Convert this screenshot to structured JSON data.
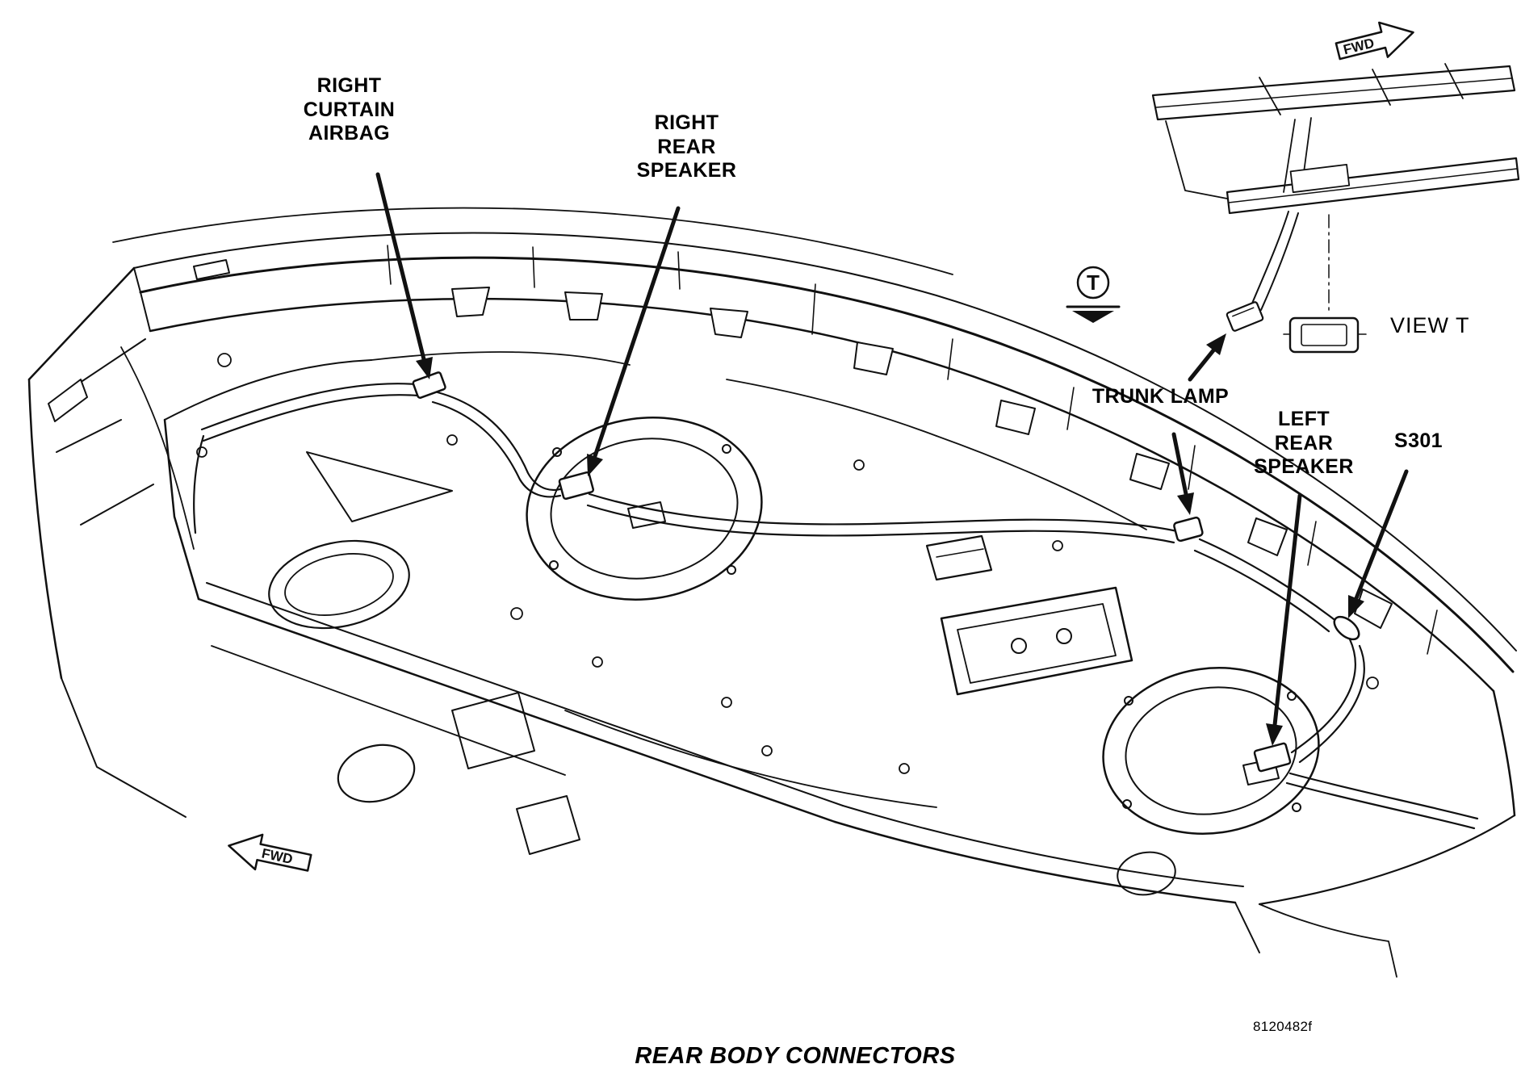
{
  "callouts": {
    "right_curtain_airbag": {
      "lines": [
        "RIGHT",
        "CURTAIN",
        "AIRBAG"
      ]
    },
    "right_rear_speaker": {
      "lines": [
        "RIGHT",
        "REAR",
        "SPEAKER"
      ]
    },
    "trunk_lamp": {
      "lines": [
        "TRUNK LAMP"
      ]
    },
    "left_rear_speaker": {
      "lines": [
        "LEFT",
        "REAR",
        "SPEAKER"
      ]
    },
    "s301": {
      "lines": [
        "S301"
      ]
    }
  },
  "markers": {
    "view_label": "VIEW T",
    "view_marker_letter": "T",
    "fwd_arrow_top": "FWD",
    "fwd_arrow_bottom": "FWD"
  },
  "footer": {
    "figure_number": "8120482f",
    "caption": "REAR BODY CONNECTORS"
  },
  "colors": {
    "line": "#111111",
    "background": "#ffffff"
  }
}
